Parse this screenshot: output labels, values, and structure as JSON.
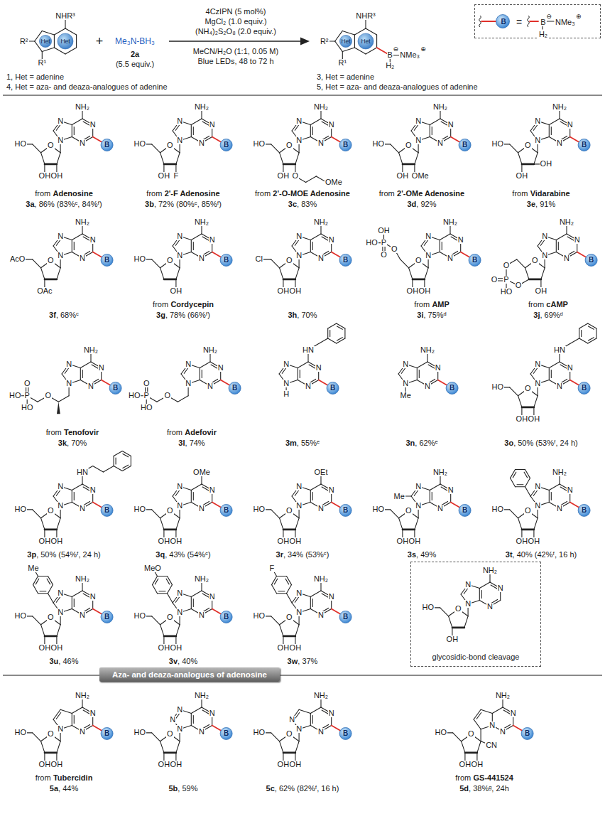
{
  "diagram": {
    "nodes": [
      {
        "text": [
          "B",
          "=",
          "B",
          "⊖",
          "NMe₃",
          "⊕",
          "H₂"
        ]
      },
      {
        "text": [
          "glycosidic-bond cleavage"
        ]
      },
      {
        "text": [
          "Aza- and deaza-analogues of adenosine"
        ]
      }
    ],
    "labels": [
      "NHR³",
      "R²",
      "R¹",
      "Het",
      "Het",
      "+",
      "Me₃N-BH₃",
      "2a",
      "(5.5 equiv.)",
      "4CzIPN (5 mol%)",
      "MgCl₂ (1.0 equiv.)",
      "(NH₄)₂S₂O₈ (2.0 equiv.)",
      "MeCN/H₂O (1:1, 0.05 M)",
      "Blue LEDs, 48 to 72 h",
      "1, Het = adenine",
      "4, Het = aza- and deaza-analogues of adenine",
      "NHR³",
      "R²",
      "R¹",
      "Het",
      "Het",
      "B",
      "⊖",
      "NMe₃",
      "⊕",
      "H₂",
      "3, Het = adenine",
      "5, Het = aza- and deaza-analogues of adenine",
      "NH₂",
      "N",
      "N",
      "N",
      "N",
      "B",
      "HO",
      "O",
      "OH",
      "OH",
      "from",
      "Adenosine",
      "3a",
      ", 86% (83%ᶜ, 84%ᶠ)",
      "NH₂",
      "N",
      "N",
      "N",
      "N",
      "B",
      "HO",
      "O",
      "OH",
      "F",
      "from",
      "2'-F Adenosine",
      "3b",
      ", 72% (80%ᶜ, 85%ᶠ)",
      "NH₂",
      "N",
      "N",
      "N",
      "N",
      "B",
      "HO",
      "O",
      "OH",
      "O",
      "OMe",
      "from",
      "2'-O-MOE Adenosine",
      "3c",
      ", 83%",
      "NH₂",
      "N",
      "N",
      "N",
      "N",
      "B",
      "HO",
      "O",
      "OH",
      "OMe",
      "from",
      "2'-OMe Adenosine",
      "3d",
      ", 92%",
      "NH₂",
      "N",
      "N",
      "N",
      "N",
      "B",
      "HO",
      "O",
      "OH",
      "OH",
      "from",
      "Vidarabine",
      "3e",
      ", 91%",
      "NH₂",
      "N",
      "N",
      "N",
      "N",
      "B",
      "AcO",
      "O",
      "OAc",
      "3f",
      ", 68%ᶜ",
      "NH₂",
      "N",
      "N",
      "N",
      "N",
      "B",
      "HO",
      "O",
      "OH",
      "from",
      "Cordycepin",
      "3g",
      ", 78% (66%ᶠ)",
      "NH₂",
      "N",
      "N",
      "N",
      "N",
      "B",
      "Cl",
      "O",
      "OH",
      "OH",
      "3h",
      ", 70%",
      "NH₂",
      "N",
      "N",
      "N",
      "N",
      "B",
      "OH",
      "HO",
      "P",
      "O",
      "O",
      "O",
      "OH",
      "OH",
      "from",
      "AMP",
      "3i",
      ", 75%ᵈ",
      "NH₂",
      "N",
      "N",
      "N",
      "N",
      "B",
      "O",
      "HO",
      "P",
      "O",
      "O",
      "O",
      "OH",
      "from",
      "cAMP",
      "3j",
      ", 69%ᵈ",
      "NH₂",
      "N",
      "N",
      "N",
      "N",
      "B",
      "O",
      "P",
      "O",
      "HO",
      "HO",
      "from",
      "Tenofovir",
      "3k",
      ", 70%",
      "NH₂",
      "N",
      "N",
      "N",
      "N",
      "B",
      "O",
      "P",
      "O",
      "HO",
      "HO",
      "from",
      "Adefovir",
      "3l",
      ", 74%",
      "HN",
      "N",
      "N",
      "N",
      "N",
      "H",
      "B",
      "3m",
      ", 55%ᵉ",
      "NH₂",
      "N",
      "N",
      "N",
      "N",
      "Me",
      "B",
      "3n",
      ", 62%ᵉ",
      "HN",
      "N",
      "N",
      "N",
      "N",
      "B",
      "HO",
      "O",
      "OH",
      "OH",
      "3o",
      ", 50% (53%ᶠ, 24 h)",
      "HN",
      "N",
      "N",
      "N",
      "N",
      "B",
      "HO",
      "O",
      "OH",
      "OH",
      "3p",
      ", 50% (54%ᶠ, 24 h)",
      "OMe",
      "N",
      "N",
      "N",
      "N",
      "B",
      "HO",
      "O",
      "OH",
      "OH",
      "3q",
      ", 43% (54%ᶜ)",
      "OEt",
      "N",
      "N",
      "N",
      "N",
      "B",
      "HO",
      "O",
      "OH",
      "OH",
      "3r",
      ", 34% (53%ᶜ)",
      "NH₂",
      "N",
      "N",
      "N",
      "N",
      "Me",
      "B",
      "HO",
      "O",
      "OH",
      "OH",
      "3s",
      ", 49%",
      "NH₂",
      "N",
      "N",
      "N",
      "N",
      "B",
      "HO",
      "O",
      "OH",
      "OH",
      "3t",
      ", 40% (42%ᶠ, 16 h)",
      "NH₂",
      "N",
      "N",
      "N",
      "N",
      "Me",
      "B",
      "HO",
      "O",
      "OH",
      "OH",
      "3u",
      ", 46%",
      "NH₂",
      "N",
      "N",
      "N",
      "N",
      "MeO",
      "B",
      "HO",
      "O",
      "OH",
      "OH",
      "3v",
      ", 40%",
      "NH₂",
      "N",
      "N",
      "N",
      "N",
      "F",
      "B",
      "HO",
      "O",
      "OH",
      "OH",
      "3w",
      ", 37%",
      "NH₂",
      "N",
      "N",
      "N",
      "N",
      "HO",
      "O",
      "OH",
      "NH₂",
      "N",
      "N",
      "N",
      "B",
      "HO",
      "O",
      "OH",
      "OH",
      "from",
      "Tubercidin",
      "5a",
      ", 44%",
      "NH₂",
      "N",
      "N",
      "N",
      "N",
      "N",
      "B",
      "HO",
      "O",
      "OH",
      "OH",
      "5b",
      ", 59%",
      "NH₂",
      "N",
      "N",
      "N",
      "N",
      "B",
      "HO",
      "O",
      "OH",
      "OH",
      "5c",
      ", 62% (82%ᶠ, 16 h)",
      "NH₂",
      "N",
      "N",
      "N",
      "B",
      "HO",
      "O",
      "CN",
      "OH",
      "OH",
      "from",
      "GS-441524",
      "5d",
      ", 38%ᵍ, 24h"
    ]
  }
}
